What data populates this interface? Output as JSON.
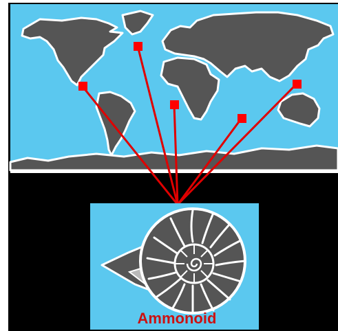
{
  "caption": "Ammonoid",
  "colors": {
    "ocean": "#5bc8ef",
    "land": "#555555",
    "coast": "#ffffff",
    "background": "#000000",
    "line": "#e00000",
    "marker": "#ff0000",
    "caption": "#cc1111",
    "shell_fill": "#555555",
    "shell_stroke": "#ffffff",
    "shell_aperture": "#b9b9b9"
  },
  "icons": {
    "world_map": "world-map-icon",
    "fossil": "ammonoid-shell-icon",
    "marker": "red-square-marker"
  },
  "locations": [
    {
      "id": "north-america"
    },
    {
      "id": "europe"
    },
    {
      "id": "africa"
    },
    {
      "id": "indian-ocean"
    },
    {
      "id": "asia-pacific"
    }
  ]
}
